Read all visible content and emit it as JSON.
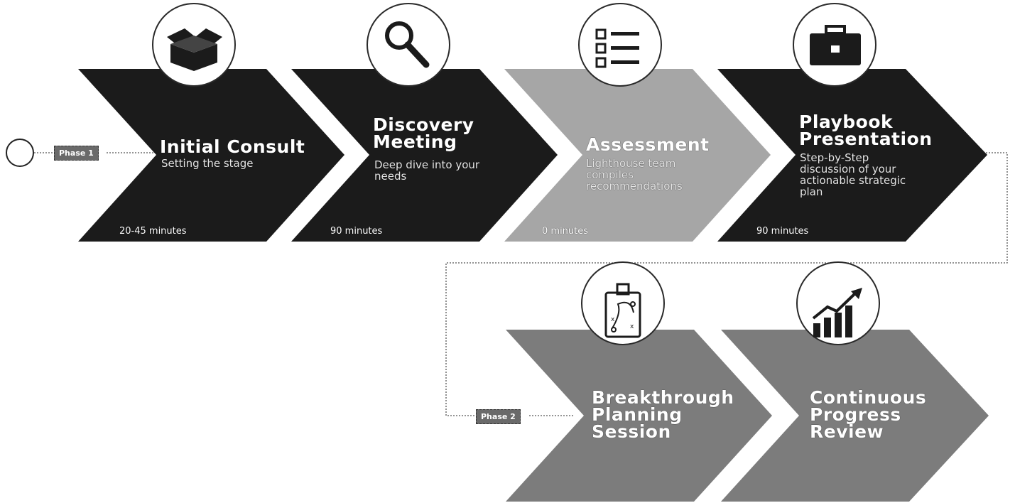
{
  "phases": {
    "phase1_label": "Phase 1",
    "phase2_label": "Phase 2"
  },
  "steps": [
    {
      "title": "Initial Consult",
      "subtitle": "Setting the stage",
      "duration": "20-45 minutes",
      "icon": "open-box-icon",
      "shade": "dark"
    },
    {
      "title": "Discovery Meeting",
      "subtitle": "Deep dive into your needs",
      "duration": "90 minutes",
      "icon": "magnifier-icon",
      "shade": "dark"
    },
    {
      "title": "Assessment",
      "subtitle": "Lighthouse team compiles recommendations",
      "duration": "0 minutes",
      "icon": "checklist-icon",
      "shade": "light"
    },
    {
      "title": "Playbook Presentation",
      "subtitle": "Step-by-Step discussion of your actionable strategic plan",
      "duration": "90 minutes",
      "icon": "briefcase-icon",
      "shade": "dark"
    },
    {
      "title": "Breakthrough Planning Session",
      "subtitle": "",
      "duration": "",
      "icon": "clipboard-plan-icon",
      "shade": "mid"
    },
    {
      "title": "Continuous Progress Review",
      "subtitle": "",
      "duration": "",
      "icon": "growth-chart-icon",
      "shade": "mid"
    }
  ],
  "title_lines": {
    "s1": [
      "Initial Consult"
    ],
    "s2": [
      "Discovery",
      "Meeting"
    ],
    "s3": [
      "Assessment"
    ],
    "s4": [
      "Playbook",
      "Presentation"
    ],
    "s5": [
      "Breakthrough",
      "Planning",
      "Session"
    ],
    "s6": [
      "Continuous",
      "Progress",
      "Review"
    ]
  },
  "subtitle_lines": {
    "s1": [
      "Setting the stage"
    ],
    "s2": [
      "Deep dive into your",
      "needs"
    ],
    "s3": [
      "Lighthouse team",
      "compiles",
      "recommendations"
    ],
    "s4": [
      "Step-by-Step",
      "discussion of your",
      "actionable strategic",
      "plan"
    ]
  },
  "colors": {
    "dark": "#1b1b1b",
    "light": "#a6a6a6",
    "mid": "#7c7c7c"
  }
}
